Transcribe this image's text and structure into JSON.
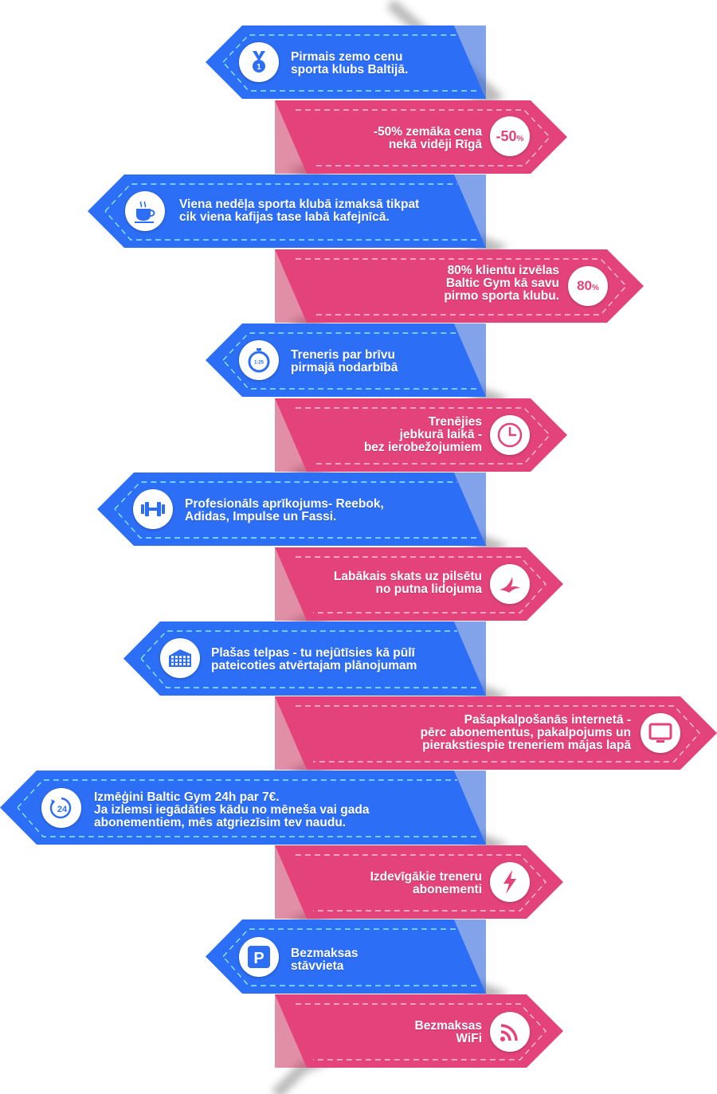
{
  "colors": {
    "blue": "#2c6ef5",
    "blue_dark": "#1b55d8",
    "pink": "#e3437a",
    "pink_dark": "#c8335f",
    "dash_blue": "#8fe8ff",
    "dash_pink": "#ffc2dc",
    "spine": "#ffffff"
  },
  "items": [
    {
      "side": "blue",
      "icon": "medal-icon",
      "lines": [
        "Pirmais zemo cenu",
        "sporta klubs Baltijā."
      ]
    },
    {
      "side": "pink",
      "icon": "minus-50-percent-icon",
      "icon_text": "-50",
      "lines": [
        "-50% zemāka cena",
        "nekā vidēji Rīgā"
      ]
    },
    {
      "side": "blue",
      "icon": "coffee-cup-icon",
      "lines": [
        "Viena nedēļa sporta klubā izmaksā tikpat",
        "cik viena kafijas tase labā kafejnīcā."
      ]
    },
    {
      "side": "pink",
      "icon": "80-percent-icon",
      "icon_text": "80",
      "lines": [
        "80% klientu izvēlas",
        "Baltic Gym kā savu",
        "pirmo sporta klubu."
      ]
    },
    {
      "side": "blue",
      "icon": "stopwatch-icon",
      "icon_text": "1:25",
      "lines": [
        "Treneris par brīvu",
        "pirmajā nodarbībā"
      ]
    },
    {
      "side": "pink",
      "icon": "clock-icon",
      "lines": [
        "Trenējies",
        "jebkurā laikā -",
        "bez ierobežojumiem"
      ]
    },
    {
      "side": "blue",
      "icon": "dumbbell-icon",
      "lines": [
        "Profesionāls aprīkojums- Reebok,",
        "Adidas, Impulse un Fassi."
      ]
    },
    {
      "side": "pink",
      "icon": "bird-icon",
      "lines": [
        "Labākais skats uz pilsētu",
        "no putna lidojuma"
      ]
    },
    {
      "side": "blue",
      "icon": "building-icon",
      "lines": [
        "Plašas telpas - tu nejūtīsies kā pūlī",
        "pateicoties atvērtajam plānojumam"
      ]
    },
    {
      "side": "pink",
      "icon": "monitor-icon",
      "lines": [
        "Pašapkalpošanās internetā -",
        "pērc abonementus, pakalpojums un",
        "pierakstiespie treneriem mājas lapā"
      ]
    },
    {
      "side": "blue",
      "icon": "24h-icon",
      "icon_text": "24",
      "lines": [
        "Izmēģini Baltic Gym 24h par 7€.",
        "Ja izlemsi iegādāties kādu no mēneša vai gada",
        "abonementiem, mēs atgriezīsim tev naudu."
      ]
    },
    {
      "side": "pink",
      "icon": "lightning-icon",
      "lines": [
        "Izdevīgākie treneru",
        "abonementi"
      ]
    },
    {
      "side": "blue",
      "icon": "parking-icon",
      "icon_text": "P",
      "lines": [
        "Bezmaksas",
        "stāvvieta"
      ]
    },
    {
      "side": "pink",
      "icon": "wifi-icon",
      "lines": [
        "Bezmaksas",
        "WiFi"
      ]
    }
  ]
}
